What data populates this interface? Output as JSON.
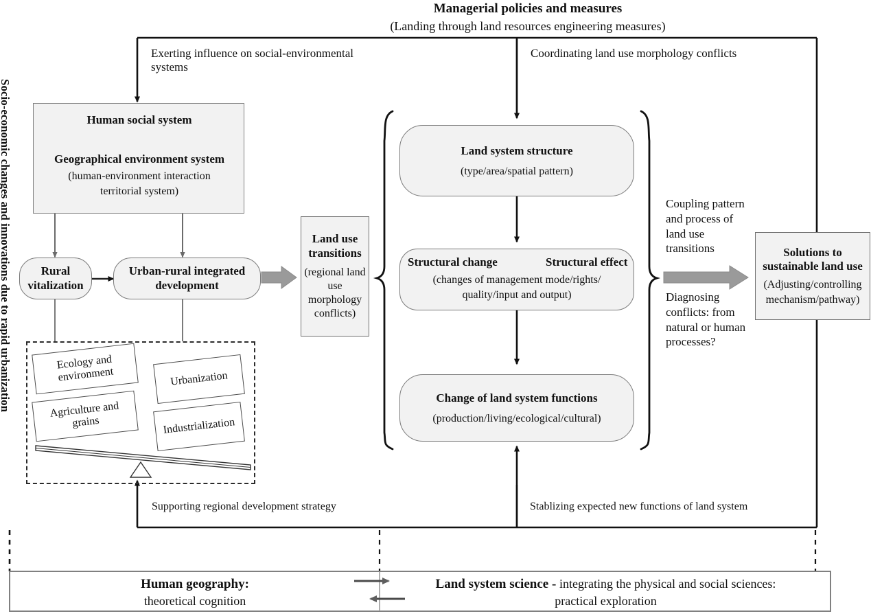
{
  "diagram": {
    "title": "Managerial policies and measures",
    "subtitle": "(Landing through land resources engineering measures)",
    "side_label": "Socio-economic changes and innovations due to rapid urbanization"
  },
  "edge_labels": {
    "top_left": "Exerting influence on social-environmental systems",
    "top_right": "Coordinating land use morphology conflicts",
    "bottom_left": "Supporting regional development strategy",
    "bottom_right": "Stablizing expected new functions of land system"
  },
  "left_system": {
    "header": "Human social system",
    "sub_header": "Geographical environment system",
    "note_line1": "(human-environment interaction",
    "note_line2": "territorial system)"
  },
  "nodes": {
    "rural": "Rural vitalization",
    "urban": "Urban-rural integrated development",
    "transitions_title": "Land use transitions",
    "transitions_note": "(regional land use morphology conflicts)",
    "solutions_title": "Solutions to sustainable land use",
    "solutions_note_line1": "(Adjusting/controlling",
    "solutions_note_line2": "mechanism/pathway)"
  },
  "balance": {
    "items": [
      "Ecology and environment",
      "Urbanization",
      "Agriculture and grains",
      "Industrialization"
    ]
  },
  "center_chain": [
    {
      "title": "Land system structure",
      "note": "(type/area/spatial pattern)"
    },
    {
      "title_left": "Structural change",
      "title_right": "Structural effect",
      "note_line1": "(changes of management mode/rights/",
      "note_line2": "quality/input and output)"
    },
    {
      "title": "Change of land system functions",
      "note": "(production/living/ecological/cultural)"
    }
  ],
  "right_notes": {
    "top": "Coupling pattern and process of land use transitions",
    "bottom": "Diagnosing conflicts: from natural or human processes?"
  },
  "bottom_bar": {
    "left_bold": "Human geography",
    "left_bold_suffix": ":",
    "left_plain": "theoretical cognition",
    "right_bold": "Land system science -",
    "right_plain_line1": "integrating the physical and social sciences:",
    "right_plain_line2": "practical exploration"
  },
  "colors": {
    "fill": "#f2f2f2",
    "stroke_dark": "#1a1a1a",
    "stroke_mid": "#7a7a7a",
    "block_arrow": "#9a9a9a"
  }
}
